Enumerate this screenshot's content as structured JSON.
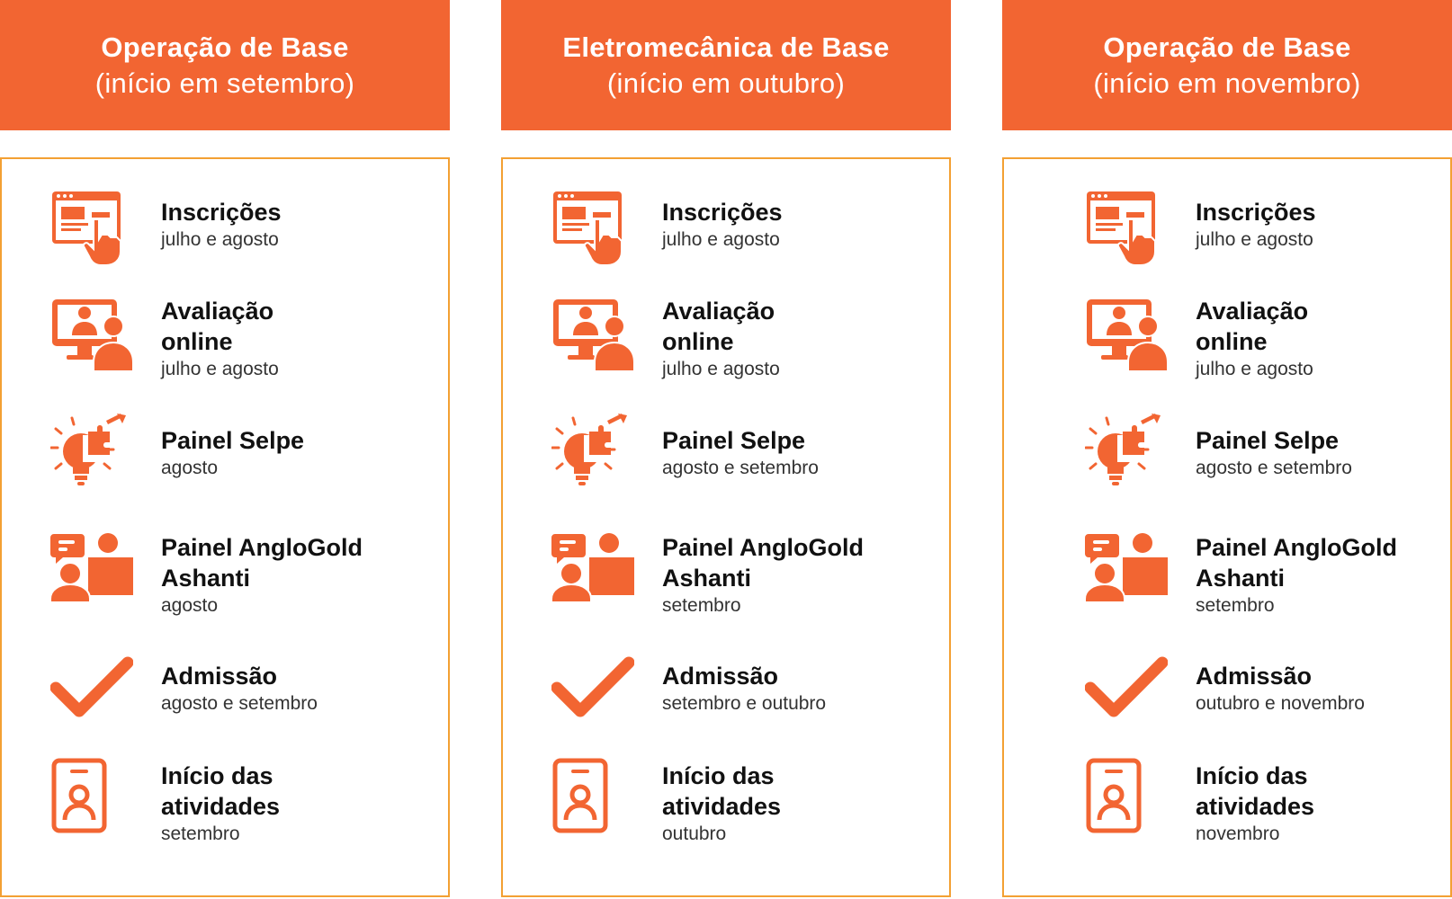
{
  "accent_color": "#f26532",
  "border_color": "#f3a033",
  "columns": [
    {
      "title": "Operação de Base",
      "subtitle": "(início em setembro)",
      "steps": [
        {
          "icon": "online-registration-icon",
          "title_lines": [
            "Inscrições"
          ],
          "date": "julho e agosto"
        },
        {
          "icon": "online-assessment-icon",
          "title_lines": [
            "Avaliação",
            "online"
          ],
          "date": "julho e agosto"
        },
        {
          "icon": "lightbulb-puzzle-icon",
          "title_lines": [
            "Painel Selpe"
          ],
          "date": "agosto"
        },
        {
          "icon": "interview-panel-icon",
          "title_lines": [
            "Painel AngloGold",
            "Ashanti"
          ],
          "date": "agosto"
        },
        {
          "icon": "checkmark-icon",
          "title_lines": [
            "Admissão"
          ],
          "date": "agosto e setembro"
        },
        {
          "icon": "id-badge-icon",
          "title_lines": [
            "Início das",
            "atividades"
          ],
          "date": "setembro"
        }
      ]
    },
    {
      "title": "Eletromecânica de Base",
      "subtitle": "(início em outubro)",
      "steps": [
        {
          "icon": "online-registration-icon",
          "title_lines": [
            "Inscrições"
          ],
          "date": "julho e agosto"
        },
        {
          "icon": "online-assessment-icon",
          "title_lines": [
            "Avaliação",
            "online"
          ],
          "date": "julho e agosto"
        },
        {
          "icon": "lightbulb-puzzle-icon",
          "title_lines": [
            "Painel Selpe"
          ],
          "date": "agosto e setembro"
        },
        {
          "icon": "interview-panel-icon",
          "title_lines": [
            "Painel AngloGold",
            "Ashanti"
          ],
          "date": "setembro"
        },
        {
          "icon": "checkmark-icon",
          "title_lines": [
            "Admissão"
          ],
          "date": "setembro e outubro"
        },
        {
          "icon": "id-badge-icon",
          "title_lines": [
            "Início das",
            "atividades"
          ],
          "date": "outubro"
        }
      ]
    },
    {
      "title": "Operação de Base",
      "subtitle": "(início em novembro)",
      "steps": [
        {
          "icon": "online-registration-icon",
          "title_lines": [
            "Inscrições"
          ],
          "date": "julho e agosto"
        },
        {
          "icon": "online-assessment-icon",
          "title_lines": [
            "Avaliação",
            "online"
          ],
          "date": "julho e agosto"
        },
        {
          "icon": "lightbulb-puzzle-icon",
          "title_lines": [
            "Painel Selpe"
          ],
          "date": "agosto e setembro"
        },
        {
          "icon": "interview-panel-icon",
          "title_lines": [
            "Painel AngloGold",
            "Ashanti"
          ],
          "date": "setembro"
        },
        {
          "icon": "checkmark-icon",
          "title_lines": [
            "Admissão"
          ],
          "date": "outubro e novembro"
        },
        {
          "icon": "id-badge-icon",
          "title_lines": [
            "Início das",
            "atividades"
          ],
          "date": "novembro"
        }
      ]
    }
  ]
}
